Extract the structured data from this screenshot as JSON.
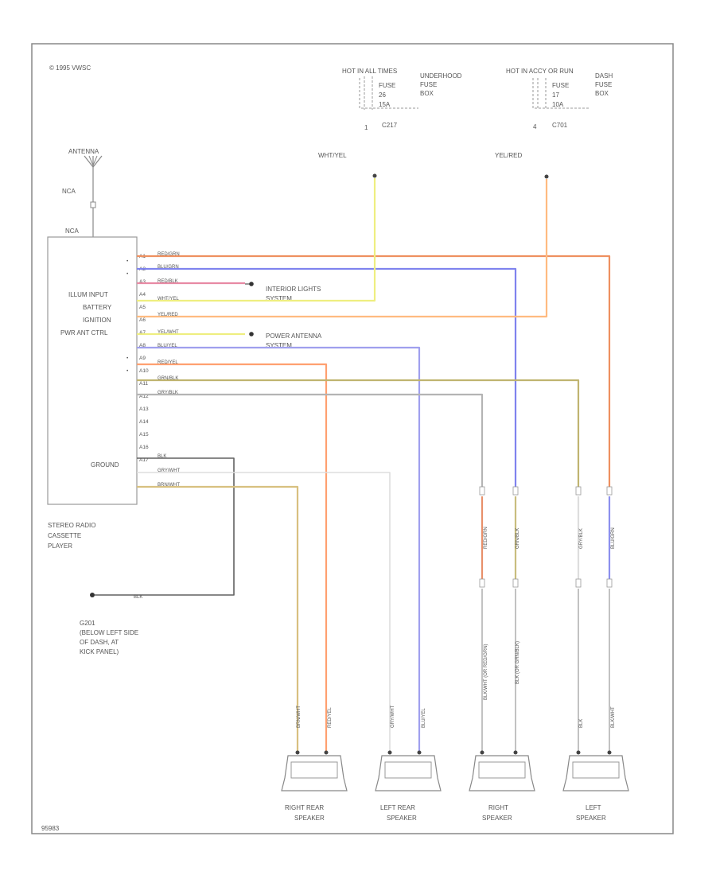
{
  "copyright": "© 1995 VWSC",
  "figure_id": "95983",
  "antenna": {
    "label": "ANTENNA",
    "nca_upper": "NCA",
    "nca_lower": "NCA"
  },
  "fuse1": {
    "hot": "HOT IN ALL TIMES",
    "fuse": "FUSE",
    "number": "26",
    "amps": "15A",
    "box": "UNDERHOOD\nFUSE\nBOX",
    "connector": "C217",
    "pin": "1",
    "wire": "WHT/YEL"
  },
  "fuse2": {
    "hot": "HOT IN ACCY OR RUN",
    "fuse": "FUSE",
    "number": "17",
    "amps": "10A",
    "box": "DASH\nFUSE\nBOX",
    "connector": "C701",
    "pin": "4",
    "wire": "YEL/RED"
  },
  "radio": {
    "name_lines": [
      "STEREO RADIO",
      "CASSETTE",
      "PLAYER"
    ],
    "labels": [
      "ILLUM INPUT",
      "BATTERY",
      "IGNITION",
      "PWR ANT CTRL",
      "GROUND"
    ],
    "pins": [
      "A1",
      "A2",
      "A3",
      "A4",
      "A5",
      "A6",
      "A7",
      "A8",
      "A9",
      "A10",
      "A11",
      "A12",
      "A13",
      "A14",
      "A15",
      "A16",
      "A17"
    ]
  },
  "wires": [
    {
      "label": "RED/GRN",
      "color": "#ee9060"
    },
    {
      "label": "BLU/GRN",
      "color": "#7f83ee"
    },
    {
      "label": "RED/BLK",
      "color": "#e88aa4"
    },
    {
      "label": "WHT/YEL",
      "color": "#eeee80"
    },
    {
      "label": "YEL/RED",
      "color": "#ffbb80"
    },
    {
      "label": "YEL/WHT",
      "color": "#eeee80"
    },
    {
      "label": "BLU/YEL",
      "color": "#a0a0ee"
    },
    {
      "label": "RED/YEL",
      "color": "#ffa070"
    },
    {
      "label": "GRN/BLK",
      "color": "#c0b470"
    },
    {
      "label": "GRY/BLK",
      "color": "#b4b4b4"
    },
    {
      "label": "BLK",
      "color": "#606060"
    },
    {
      "label": "GRY/WHT",
      "color": "#dddddd"
    },
    {
      "label": "BRN/WHT",
      "color": "#d8c080"
    }
  ],
  "systems": {
    "interior_lights": "INTERIOR LIGHTS\nSYSTEM",
    "power_antenna": "POWER ANTENNA\nSYSTEM"
  },
  "ground": {
    "wire": "BLK",
    "id": "G201",
    "desc": [
      "(BELOW LEFT SIDE",
      "OF DASH, AT",
      "KICK PANEL)"
    ]
  },
  "speaker_wires": {
    "right_front_upper": [
      "RED/GRN",
      "GRN/BLK"
    ],
    "left_front_upper": [
      "GRY/BLK",
      "BLU/GRN"
    ],
    "right_front_lower": [
      "BLK/WHT (OR RED/GRN)",
      "BLK (OR GRN/BLK)"
    ],
    "left_front_lower": [
      "BLK",
      "BLK/WHT"
    ],
    "right_rear": [
      "BRN/WHT",
      "RED/YEL"
    ],
    "left_rear": [
      "GRY/WHT",
      "BLU/YEL"
    ]
  },
  "speakers": [
    {
      "line1": "RIGHT REAR",
      "line2": "SPEAKER"
    },
    {
      "line1": "LEFT REAR",
      "line2": "SPEAKER"
    },
    {
      "line1": "RIGHT",
      "line2": "SPEAKER"
    },
    {
      "line1": "LEFT",
      "line2": "SPEAKER"
    }
  ]
}
